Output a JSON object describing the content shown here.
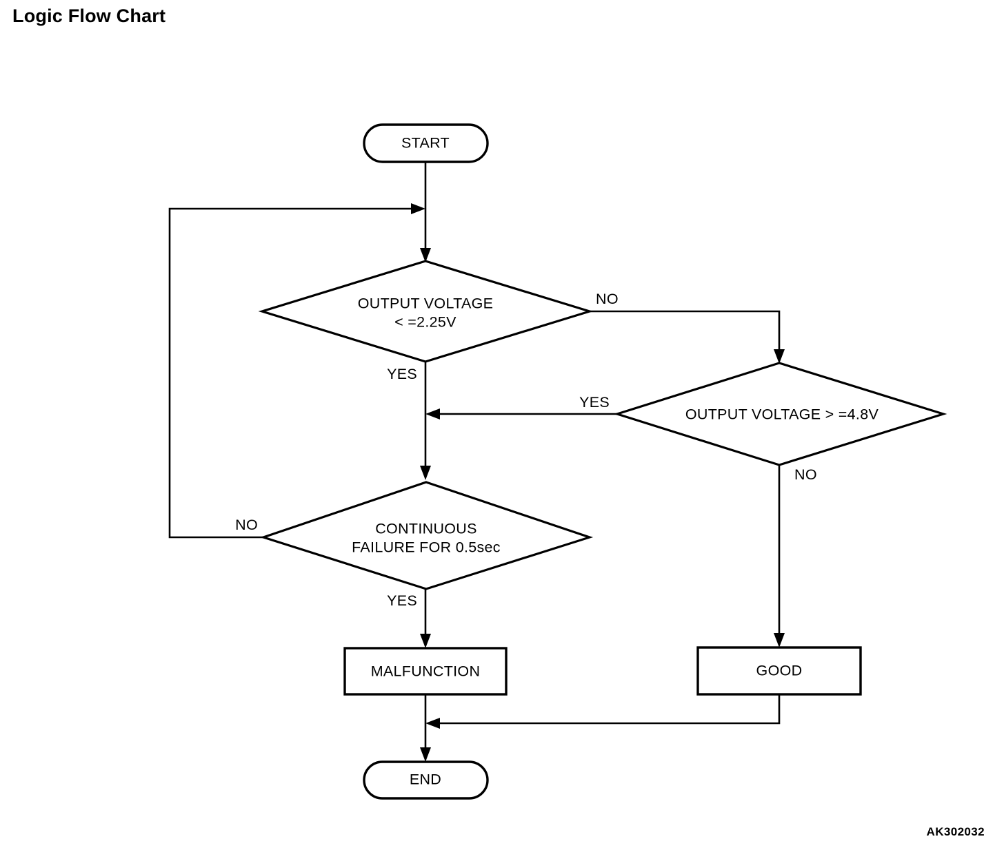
{
  "page": {
    "title": "Logic Flow Chart",
    "figure_code": "AK302032"
  },
  "chart_data": {
    "type": "diagram",
    "subtype": "flowchart",
    "title": "Logic Flow Chart",
    "orientation": "top-to-bottom",
    "nodes": [
      {
        "id": "start",
        "shape": "terminator",
        "label": "START"
      },
      {
        "id": "decision1",
        "shape": "decision",
        "label_line1": "OUTPUT VOLTAGE",
        "label_line2": "< =2.25V"
      },
      {
        "id": "decision2",
        "shape": "decision",
        "label_line1": "OUTPUT VOLTAGE > =4.8V",
        "label_line2": ""
      },
      {
        "id": "decision3",
        "shape": "decision",
        "label_line1": "CONTINUOUS",
        "label_line2": "FAILURE FOR 0.5sec"
      },
      {
        "id": "malfunction",
        "shape": "process",
        "label": "MALFUNCTION"
      },
      {
        "id": "good",
        "shape": "process",
        "label": "GOOD"
      },
      {
        "id": "end",
        "shape": "terminator",
        "label": "END"
      }
    ],
    "edges": [
      {
        "from": "start",
        "to": "decision1",
        "label": ""
      },
      {
        "from": "decision1",
        "to": "decision2",
        "label": "NO"
      },
      {
        "from": "decision1",
        "to": "decision3",
        "label": "YES"
      },
      {
        "from": "decision2",
        "to": "decision3",
        "label": "YES"
      },
      {
        "from": "decision2",
        "to": "good",
        "label": "NO"
      },
      {
        "from": "decision3",
        "to": "malfunction",
        "label": "YES"
      },
      {
        "from": "decision3",
        "to": "decision1",
        "label": "NO"
      },
      {
        "from": "malfunction",
        "to": "end",
        "label": ""
      },
      {
        "from": "good",
        "to": "end",
        "label": ""
      }
    ],
    "edge_labels": {
      "d1_no": "NO",
      "d1_yes": "YES",
      "d2_yes": "YES",
      "d2_no": "NO",
      "d3_no": "NO",
      "d3_yes": "YES"
    },
    "colors": {
      "background": "#ffffff",
      "stroke": "#000000",
      "text": "#000000"
    }
  }
}
